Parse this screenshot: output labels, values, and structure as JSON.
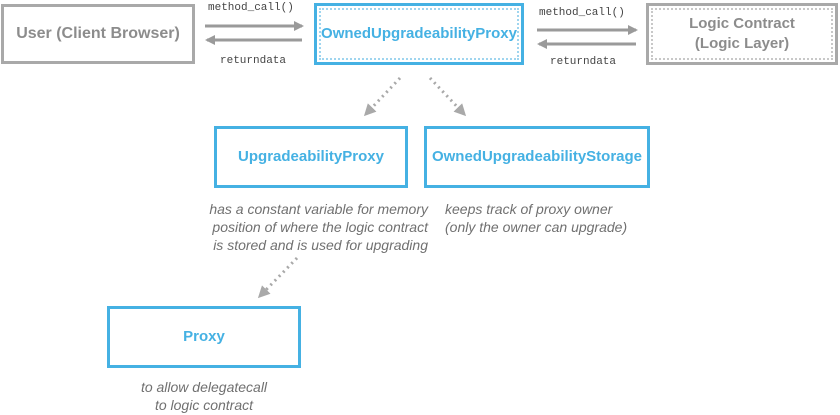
{
  "nodes": {
    "user": {
      "label": "User (Client Browser)"
    },
    "owned_proxy": {
      "label": "OwnedUpgradeabilityProxy"
    },
    "logic": {
      "line1": "Logic Contract",
      "line2": "(Logic Layer)"
    },
    "upgradeability_proxy": {
      "label": "UpgradeabilityProxy"
    },
    "owned_storage": {
      "label": "OwnedUpgradeabilityStorage"
    },
    "proxy": {
      "label": "Proxy"
    }
  },
  "edges": {
    "method_call_left": "method_call()",
    "returndata_left": "returndata",
    "method_call_right": "method_call()",
    "returndata_right": "returndata"
  },
  "descriptions": {
    "upgradeability_proxy": [
      "has a constant variable for memory",
      "position of where the logic contract",
      "is stored and is used for upgrading"
    ],
    "owned_storage": [
      "keeps track of proxy owner",
      "(only the owner can upgrade)"
    ],
    "proxy": [
      "to allow delegatecall",
      "to logic contract"
    ]
  },
  "colors": {
    "blue": "#45b1e3",
    "grey": "#a9a9a9",
    "text_grey": "#707070"
  }
}
